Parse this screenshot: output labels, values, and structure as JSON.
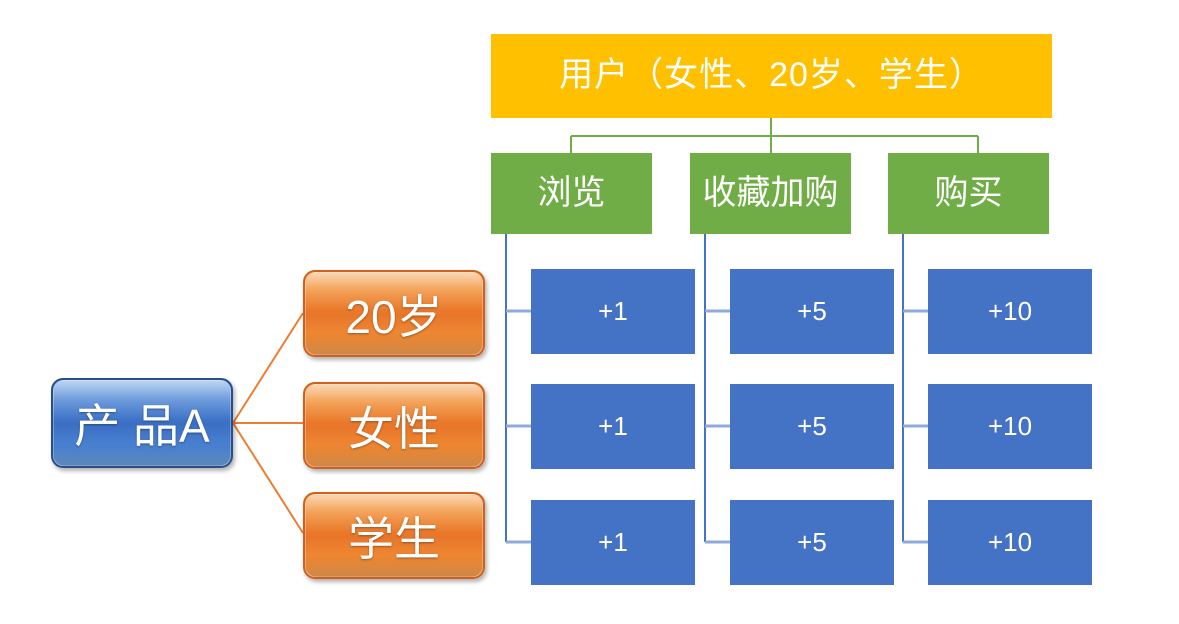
{
  "diagram": {
    "title_box": {
      "label": "用户（女性、20岁、学生）",
      "color": "#FFC000"
    },
    "product": {
      "label": "产 品A",
      "color": "#4472C4"
    },
    "attributes": [
      {
        "label": "20岁",
        "color": "#E8762A"
      },
      {
        "label": "女性",
        "color": "#E8762A"
      },
      {
        "label": "学生",
        "color": "#E8762A"
      }
    ],
    "stages": [
      {
        "label": "浏览",
        "color": "#70AD47"
      },
      {
        "label": "收藏加购",
        "color": "#70AD47"
      },
      {
        "label": "购买",
        "color": "#70AD47"
      }
    ],
    "score_rows": [
      {
        "scores": [
          "+1",
          "+5",
          "+10"
        ]
      },
      {
        "scores": [
          "+1",
          "+5",
          "+10"
        ]
      },
      {
        "scores": [
          "+1",
          "+5",
          "+10"
        ]
      }
    ],
    "score_color": "#4472C4",
    "connector_colors": {
      "stage_tree": "#70AD47",
      "attribute_fan": "#ED7D31",
      "score_rail": "#4472C4",
      "score_stub": "#8FAADC"
    }
  }
}
